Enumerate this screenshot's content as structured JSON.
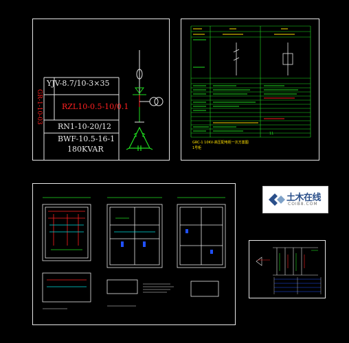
{
  "sheet1": {
    "cable_label": "YJV-8.7/10-3×35",
    "fuse_label": "RZL10-0.5-10/0.1",
    "vertical_label": "GR-1-10-03",
    "cutout_label": "RN1-10-20/12",
    "capacitor_label": "BWF-10.5-16-1",
    "capacity_label": "180KVAR"
  },
  "sheet2": {
    "yellow_title": "GRC-1 10KV-高压配电柜一次方案图",
    "yellow_sub": "1号柜",
    "bottom_value": "11"
  },
  "logo": {
    "main_text": "土木在线",
    "sub_text": "COIB8.COM"
  },
  "colors": {
    "background": "#000000",
    "frame": "#e8e8e8",
    "red": "#ff2020",
    "green": "#20e020",
    "yellow": "#ffe000",
    "cyan": "#00e0e0",
    "blue": "#2050ff"
  }
}
